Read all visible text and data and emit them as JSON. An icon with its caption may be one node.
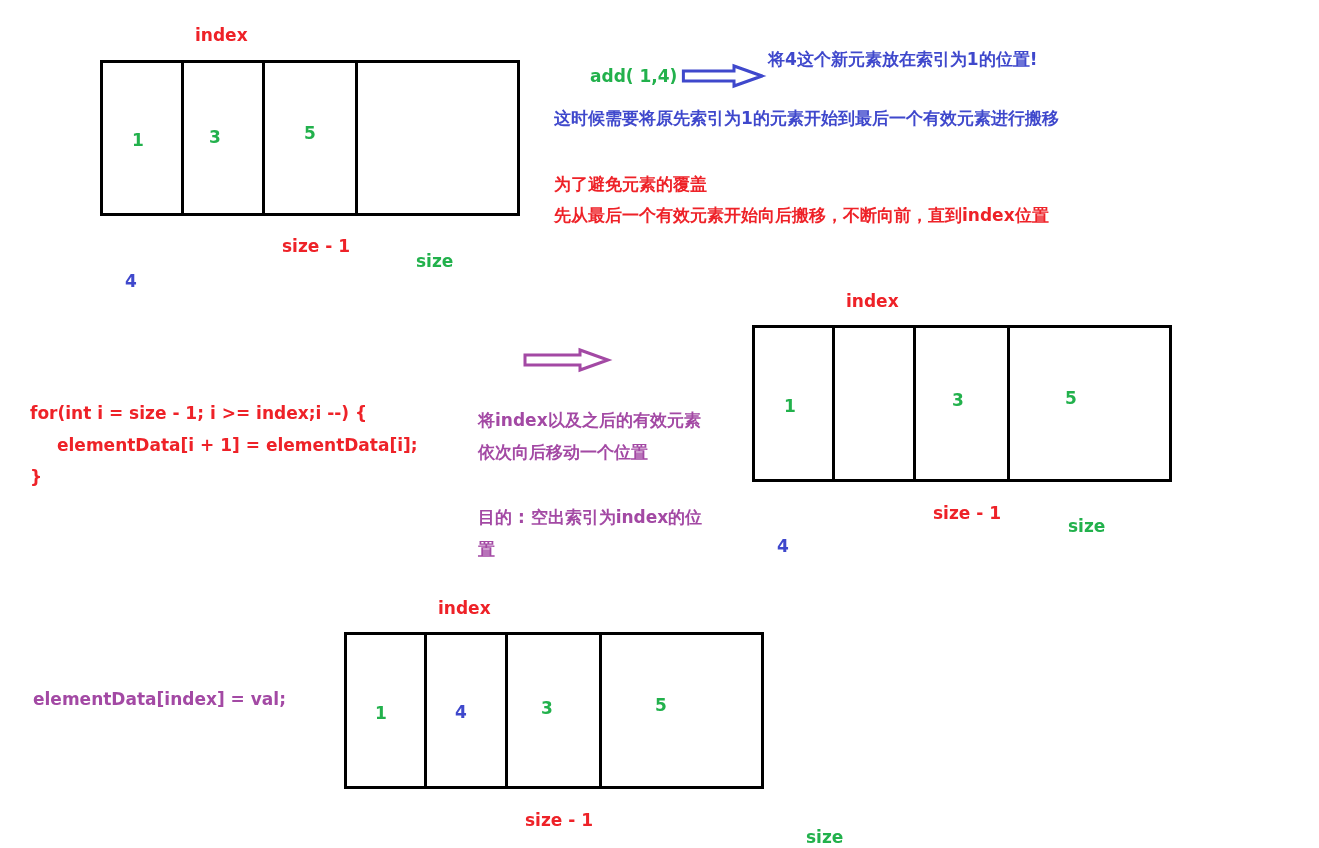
{
  "diagram": {
    "nodes": [
      {
        "text": [],
        "shape": "box"
      },
      {
        "text": [
          "1"
        ],
        "in": 0
      },
      {
        "text": [
          "3"
        ],
        "in": 0
      },
      {
        "text": [
          "5"
        ],
        "in": 0
      },
      {
        "text": [],
        "shape": "box",
        "in": 0
      },
      {
        "text": [
          "add( 1,4)"
        ]
      },
      {
        "text": [
          "将4这个新元素放在索引为1的位置!"
        ]
      },
      {
        "text": [],
        "shape": "box"
      },
      {
        "text": [
          "1"
        ],
        "in": 7
      },
      {
        "text": [],
        "shape": "box",
        "in": 7
      },
      {
        "text": [
          "3"
        ],
        "in": 7
      },
      {
        "text": [
          "5"
        ],
        "in": 7
      },
      {
        "text": [],
        "shape": "box"
      },
      {
        "text": [
          "1"
        ],
        "in": 12
      },
      {
        "text": [
          "4"
        ],
        "in": 12
      },
      {
        "text": [
          "3"
        ],
        "in": 12
      },
      {
        "text": [
          "5"
        ],
        "in": 12
      }
    ],
    "edges": [
      {
        "from": 5,
        "to": 6,
        "arrow": "to"
      }
    ],
    "labels": [
      "index",
      "这时候需要将原先索引为1的元素开始到最后一个有效元素进行搬移",
      "为了避免元素的覆盖",
      "先从最后一个有效元素开始向后搬移，不断向前，直到index位置",
      "size - 1",
      "size",
      "4",
      "index",
      "for(int i = size - 1; i >= index;i --) {",
      "elementData[i + 1] = elementData[i];",
      "}",
      "将index以及之后的有效元素依次向后移动一个位置",
      "size - 1",
      "size",
      "4",
      "目的 : 空出索引为index的位置",
      "index",
      "elementData[index] = val;",
      "size - 1",
      "size"
    ]
  }
}
